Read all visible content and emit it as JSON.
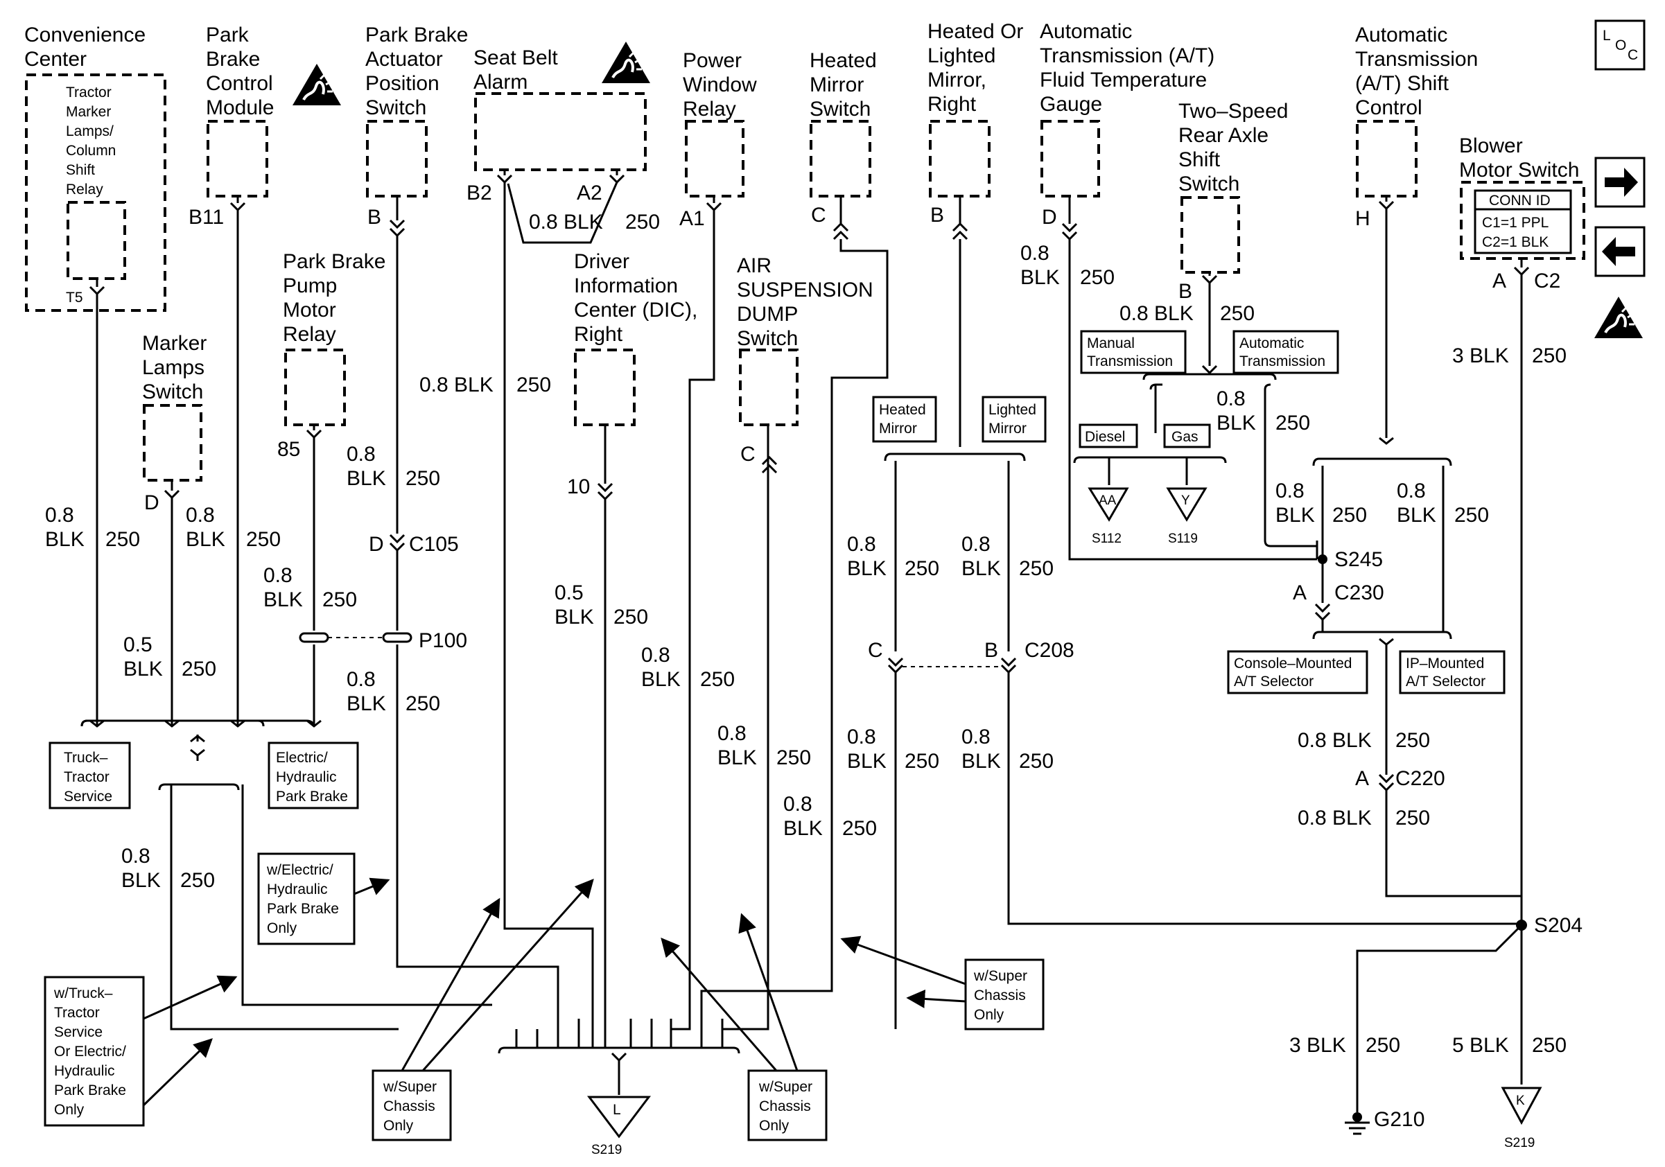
{
  "loc_label": [
    "L",
    "O",
    "C"
  ],
  "components": {
    "convenience_center": [
      "Convenience",
      "Center"
    ],
    "tractor_marker": [
      "Tractor",
      "Marker",
      "Lamps/",
      "Column",
      "Shift",
      "Relay"
    ],
    "park_brake_control": [
      "Park",
      "Brake",
      "Control",
      "Module"
    ],
    "park_brake_actuator": [
      "Park Brake",
      "Actuator",
      "Position",
      "Switch"
    ],
    "seat_belt_alarm": [
      "Seat Belt",
      "Alarm"
    ],
    "power_window_relay": [
      "Power",
      "Window",
      "Relay"
    ],
    "heated_mirror_switch": [
      "Heated",
      "Mirror",
      "Switch"
    ],
    "heated_lighted_mirror": [
      "Heated Or",
      "Lighted",
      "Mirror,",
      "Right"
    ],
    "at_fluid_temp": [
      "Automatic",
      "Transmission (A/T)",
      "Fluid Temperature",
      "Gauge"
    ],
    "two_speed_axle": [
      "Two–Speed",
      "Rear Axle",
      "Shift",
      "Switch"
    ],
    "at_shift_control": [
      "Automatic",
      "Transmission",
      "(A/T) Shift",
      "Control"
    ],
    "blower_motor_switch": [
      "Blower",
      "Motor Switch"
    ],
    "park_brake_pump": [
      "Park Brake",
      "Pump",
      "Motor",
      "Relay"
    ],
    "marker_lamps_switch": [
      "Marker",
      "Lamps",
      "Switch"
    ],
    "dic_right": [
      "Driver",
      "Information",
      "Center (DIC),",
      "Right"
    ],
    "air_suspension": [
      "AIR",
      "SUSPENSION",
      "DUMP",
      "Switch"
    ]
  },
  "conn_id": {
    "title": "CONN ID",
    "c1": "C1=1 PPL",
    "c2": "C2=1 BLK"
  },
  "pins": {
    "t5": "T5",
    "b11": "B11",
    "b_actuator": "B",
    "b2": "B2",
    "a2": "A2",
    "a1": "A1",
    "c_heated": "C",
    "b_lighted": "B",
    "d_at": "D",
    "b_axle": "B",
    "h_shift": "H",
    "a_blower": "A",
    "c2_blower": "C2",
    "p85": "85",
    "d_marker": "D",
    "p10": "10",
    "c_air": "C",
    "d_c105": "D",
    "c105": "C105",
    "p100": "P100",
    "c_c208": "C",
    "b_c208": "B",
    "c208": "C208",
    "a_c230": "A",
    "c230": "C230",
    "a_c220": "A",
    "c220": "C220",
    "s245": "S245",
    "s204": "S204"
  },
  "wires": {
    "w_250": "250",
    "w08": "0.8",
    "w08blk": "0.8 BLK",
    "w05": "0.5",
    "w05blk": "0.5 BLK",
    "blk": "BLK",
    "w3blk": "3 BLK",
    "w5blk": "5 BLK"
  },
  "options": {
    "manual_trans": [
      "Manual",
      "Transmission"
    ],
    "auto_trans": [
      "Automatic",
      "Transmission"
    ],
    "diesel": "Diesel",
    "gas": "Gas",
    "heated_mirror": [
      "Heated",
      "Mirror"
    ],
    "lighted_mirror": [
      "Lighted",
      "Mirror"
    ],
    "truck_tractor": [
      "Truck–",
      "Tractor",
      "Service"
    ],
    "electric_hydraulic": [
      "Electric/",
      "Hydraulic",
      "Park Brake"
    ],
    "console_selector": [
      "Console–Mounted",
      "A/T Selector"
    ],
    "ip_selector": [
      "IP–Mounted",
      "A/T Selector"
    ]
  },
  "notes": {
    "super_chassis": [
      "w/Super",
      "Chassis",
      "Only"
    ],
    "elec_hyd_only": [
      "w/Electric/",
      "Hydraulic",
      "Park Brake",
      "Only"
    ],
    "truck_or_elec": [
      "w/Truck–",
      "Tractor",
      "Service",
      "Or Electric/",
      "Hydraulic",
      "Park Brake",
      "Only"
    ]
  },
  "grounds": {
    "s112": "S112",
    "s119": "S119",
    "s219": "S219",
    "g210": "G210",
    "aa": "AA",
    "y": "Y",
    "l": "L",
    "k": "K"
  }
}
